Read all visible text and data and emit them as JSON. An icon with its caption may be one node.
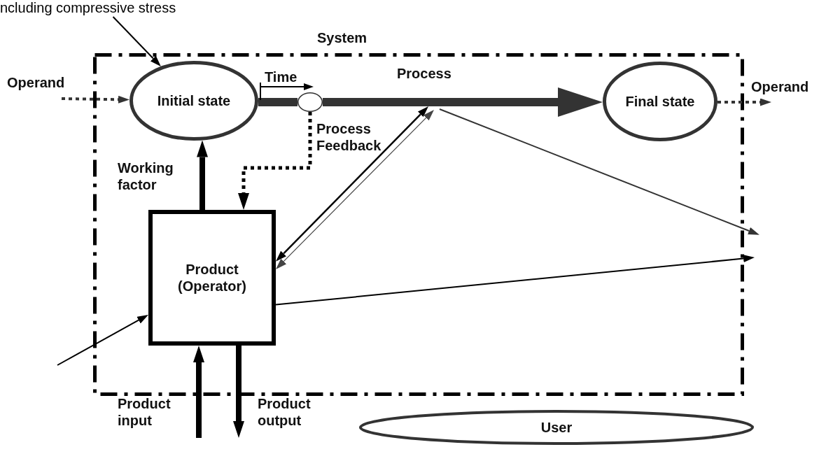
{
  "diagram": {
    "nodes": [
      {
        "text": [
          "System"
        ]
      },
      {
        "text": [
          "Initial state"
        ],
        "in": 0
      },
      {
        "text": [],
        "shape": "circle",
        "in": 0
      },
      {
        "text": [
          "Final state"
        ],
        "in": 0
      },
      {
        "text": [
          "Product (Operator)"
        ],
        "in": 0
      },
      {
        "text": [
          "User"
        ]
      },
      {
        "text": [
          "ncluding compressive stress"
        ]
      }
    ],
    "edges": [
      {
        "from": 6,
        "to": 1,
        "arrow": "to"
      },
      {
        "from": null,
        "to": 1,
        "arrow": "to",
        "label": "Operand",
        "style": "dashed"
      },
      {
        "from": 1,
        "to": 2,
        "arrow": "none",
        "style": "thick"
      },
      {
        "from": 2,
        "to": 3,
        "arrow": "to",
        "label": "Process",
        "style": "thick"
      },
      {
        "from": 3,
        "to": null,
        "arrow": "to",
        "label": "Operand",
        "style": "dashed"
      },
      {
        "from": 2,
        "to": 4,
        "arrow": "to",
        "label": "Process Feedback",
        "style": "dashed"
      },
      {
        "from": 4,
        "to": 1,
        "arrow": "to",
        "label": "Working factor",
        "style": "thick"
      },
      {
        "from": 4,
        "to": null,
        "arrow": "both"
      },
      {
        "from": 4,
        "to": null,
        "arrow": "both",
        "color": "#444444"
      },
      {
        "from": null,
        "to": 4,
        "arrow": "to"
      },
      {
        "from": null,
        "to": 4,
        "arrow": "to",
        "label": "Product input",
        "style": "thick"
      },
      {
        "from": 4,
        "to": null,
        "arrow": "to",
        "label": "Product output",
        "style": "thick"
      },
      {
        "from": 4,
        "to": null,
        "arrow": "to"
      }
    ],
    "labels": [
      "Time"
    ]
  }
}
